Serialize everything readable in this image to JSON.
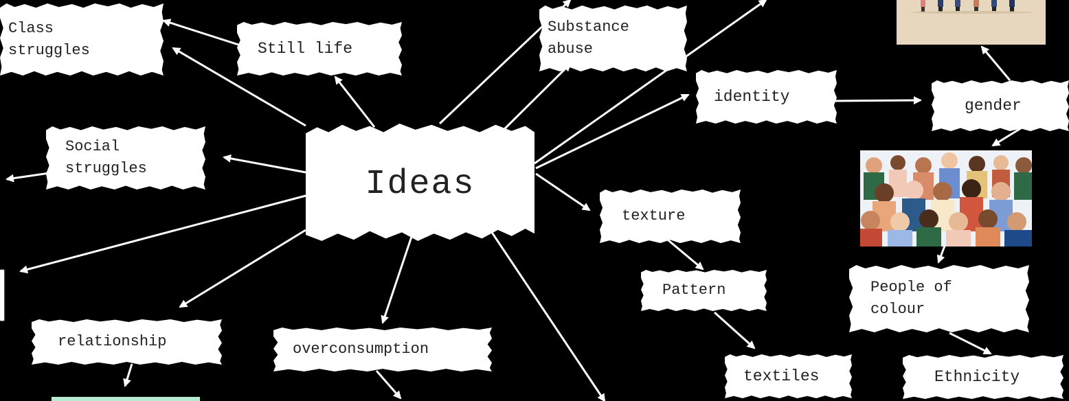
{
  "title": "Ideas",
  "nodes": {
    "class_struggles": "Class\nstruggles",
    "still_life": "Still life",
    "social_struggles": "Social\nstruggles",
    "substance_abuse": "Substance\nabuse",
    "identity": "identity",
    "gender": "gender",
    "texture": "texture",
    "pattern": "Pattern",
    "textiles": "textiles",
    "people_of_colour": "People of\ncolour",
    "ethnicity": "Ethnicity",
    "relationship": "relationship",
    "overconsumption": "overconsumption"
  },
  "colors": {
    "background": "#000000",
    "paper": "#ffffff",
    "arrow": "#ffffff",
    "image_panel": "#e8d7bf",
    "green_card": "#b7ecd3"
  },
  "images": {
    "gender_illustration": "group of standing figures",
    "people_illustration": "crowd of diverse people illustration"
  }
}
